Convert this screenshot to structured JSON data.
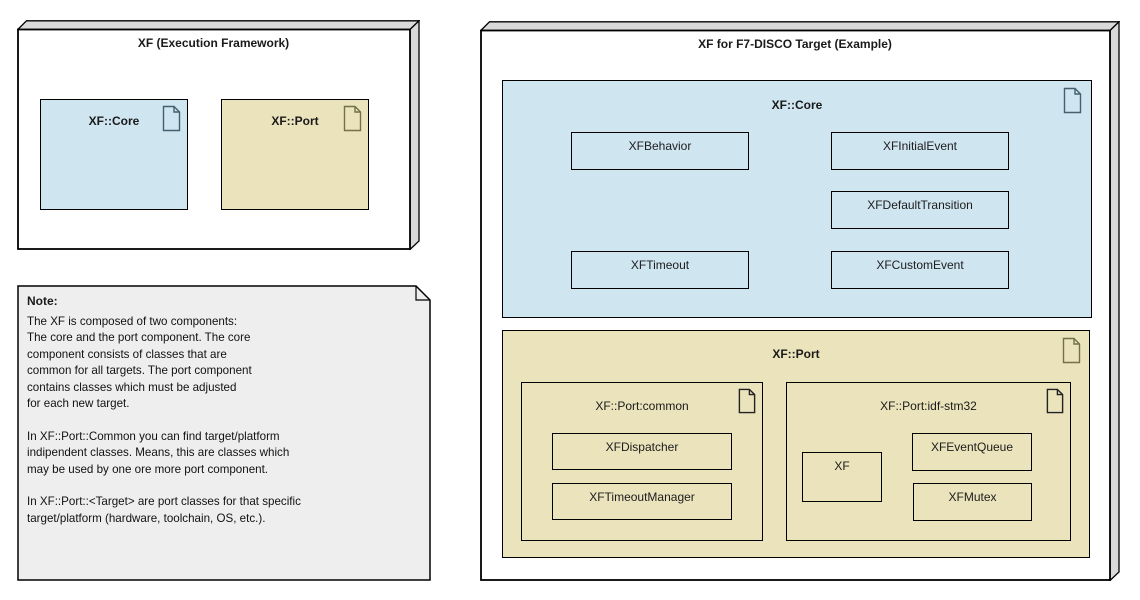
{
  "left_node": {
    "title": "XF (Execution Framework)",
    "packages": [
      {
        "label": "XF::Core"
      },
      {
        "label": "XF::Port"
      }
    ]
  },
  "note": {
    "heading": "Note:",
    "body": "The XF is composed of two components:\nThe core and the port component. The core\ncomponent consists of classes that are\ncommon for all targets. The port component\ncontains classes which must be adjusted\nfor each new target.\n\nIn XF::Port::Common you can find target/platform\nindipendent classes. Means, this are classes which\nmay be used by one ore more port component.\n\nIn XF::Port::<Target> are port classes for that specific\ntarget/platform (hardware, toolchain, OS, etc.)."
  },
  "right_node": {
    "title": "XF for F7-DISCO Target (Example)",
    "core_package": {
      "label": "XF::Core",
      "classes": [
        {
          "name": "XFBehavior"
        },
        {
          "name": "XFInitialEvent"
        },
        {
          "name": "XFDefaultTransition"
        },
        {
          "name": "XFTimeout"
        },
        {
          "name": "XFCustomEvent"
        }
      ]
    },
    "port_package": {
      "label": "XF::Port",
      "subpackages": [
        {
          "label": "XF::Port:common",
          "classes": [
            {
              "name": "XFDispatcher"
            },
            {
              "name": "XFTimeoutManager"
            }
          ]
        },
        {
          "label": "XF::Port:idf-stm32",
          "classes": [
            {
              "name": "XF"
            },
            {
              "name": "XFEventQueue"
            },
            {
              "name": "XFMutex"
            }
          ]
        }
      ]
    }
  },
  "icons": {
    "package_icon": "document-with-folded-corner",
    "note_icon": "note-with-folded-corner"
  },
  "colors": {
    "core_fill": "#cfe5f0",
    "port_fill": "#eae3bc",
    "note_fill": "#eeeeee",
    "node_side_fill": "#d9d9d9",
    "border": "#000000",
    "core_icon_stroke": "#44606e",
    "port_icon_stroke": "#72714a"
  }
}
